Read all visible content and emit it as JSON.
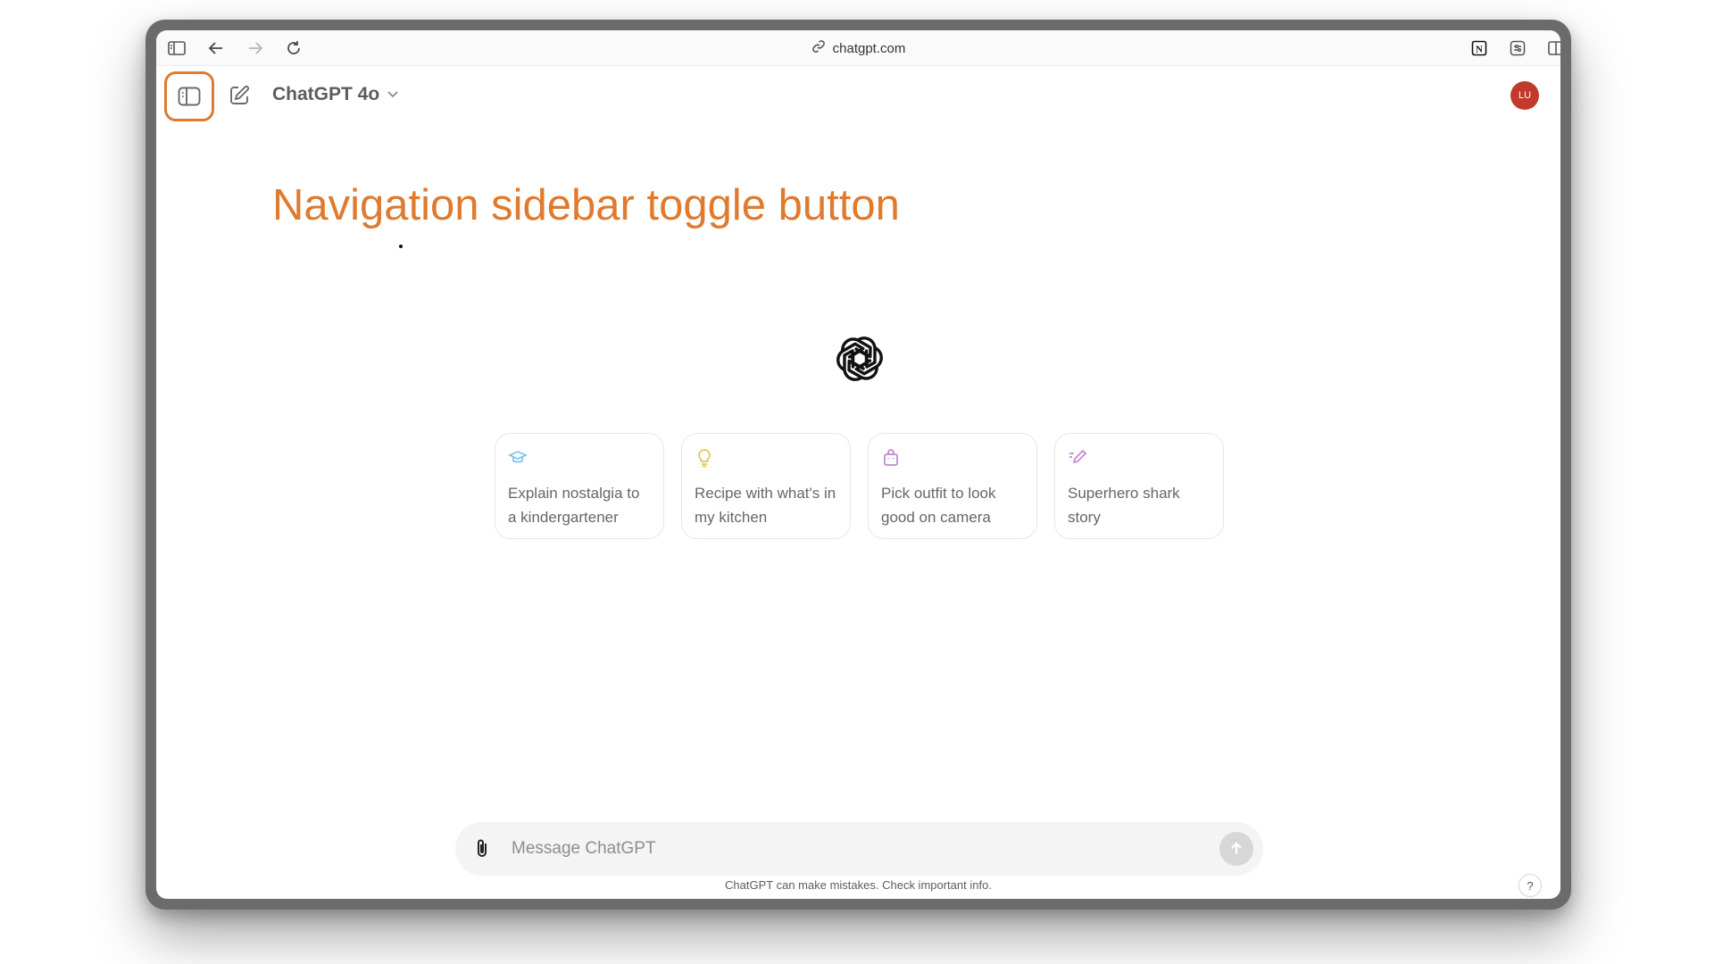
{
  "browser": {
    "url": "chatgpt.com",
    "icons": [
      "sidebar-icon",
      "back-arrow-icon",
      "forward-arrow-icon",
      "reload-icon",
      "link-icon",
      "notion-icon",
      "extensions-icon",
      "split-view-icon"
    ]
  },
  "header": {
    "model_name": "ChatGPT 4o",
    "avatar_initials": "LU",
    "avatar_color": "#c23a2b"
  },
  "annotation": {
    "text": "Navigation sidebar toggle button",
    "color": "#e07a2e"
  },
  "suggestions": [
    {
      "text": "Explain nostalgia to a kindergartener",
      "icon": "graduation-cap-icon",
      "color": "#76c3e8"
    },
    {
      "text": "Recipe with what's in my kitchen",
      "icon": "lightbulb-icon",
      "color": "#e2c541"
    },
    {
      "text": "Pick outfit to look good on camera",
      "icon": "shopping-bag-icon",
      "color": "#c285d6"
    },
    {
      "text": "Superhero shark story",
      "icon": "pen-icon",
      "color": "#c285d6"
    }
  ],
  "composer": {
    "placeholder": "Message ChatGPT",
    "value": ""
  },
  "footer": {
    "disclaimer": "ChatGPT can make mistakes. Check important info.",
    "help_label": "?"
  }
}
